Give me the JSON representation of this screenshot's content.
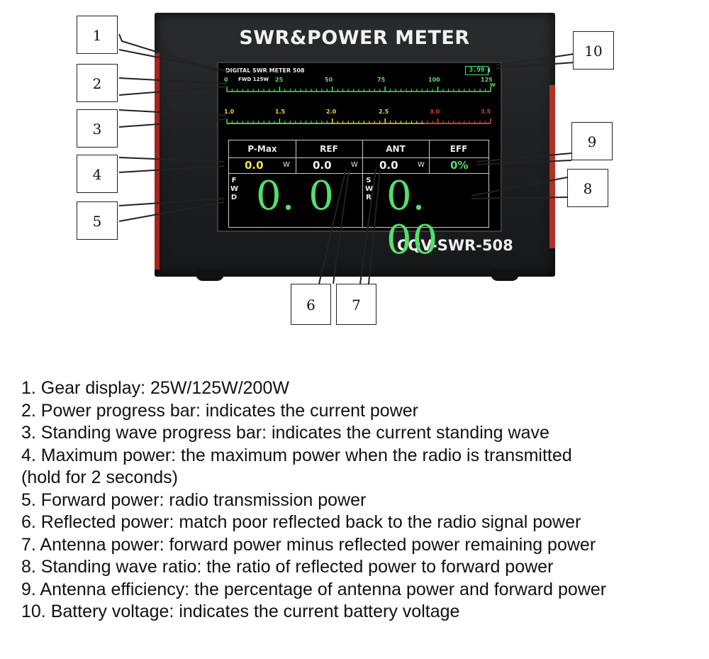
{
  "device": {
    "brand": "SWR&POWER METER",
    "model": "CQV-SWR-508"
  },
  "screen": {
    "title": "DIGITAL SWR METER 508",
    "battery": "3.99",
    "power_bar": {
      "fill": 0,
      "gear_label": "FWD 125W",
      "unit": "W",
      "ticks": [
        "0",
        "25",
        "50",
        "75",
        "100",
        "125"
      ]
    },
    "swr_bar": {
      "fill": 0,
      "ticks": [
        "1.0",
        "1.5",
        "2.0",
        "2.5",
        "3.0",
        "3.5"
      ]
    },
    "readouts": [
      {
        "header": "P-Max",
        "value": "0.0",
        "unit": "W",
        "color": "#f6e23a"
      },
      {
        "header": "REF",
        "value": "0.0",
        "unit": "W",
        "color": "#f2f2f2"
      },
      {
        "header": "ANT",
        "value": "0.0",
        "unit": "W",
        "color": "#f2f2f2"
      },
      {
        "header": "EFF",
        "value": "0%",
        "unit": "",
        "color": "#52e06b"
      }
    ],
    "fwd": {
      "label_letters": [
        "F",
        "W",
        "D"
      ],
      "value": "0. 0"
    },
    "swr": {
      "label_letters": [
        "S",
        "W",
        "R"
      ],
      "value": "0. 00"
    }
  },
  "callouts": [
    "1",
    "2",
    "3",
    "4",
    "5",
    "6",
    "7",
    "8",
    "9",
    "10"
  ],
  "legend": [
    "1. Gear display: 25W/125W/200W",
    "2. Power progress bar: indicates the current power",
    "3. Standing wave progress bar: indicates the current standing wave",
    "4. Maximum power: the maximum power when the radio is transmitted",
    "(hold for 2 seconds)",
    "5. Forward power: radio transmission power",
    "6. Reflected power: match poor reflected back to the radio signal power",
    "7. Antenna power: forward power minus reflected power remaining power",
    "8. Standing wave ratio: the ratio of reflected power to forward power",
    "9. Antenna efficiency: the percentage of antenna power and forward power",
    "10. Battery voltage: indicates the current battery voltage"
  ],
  "colors": {
    "lcd_green": "#52e06b",
    "scale_yellow": "#f0d23a",
    "scale_red": "#e23a3a"
  }
}
